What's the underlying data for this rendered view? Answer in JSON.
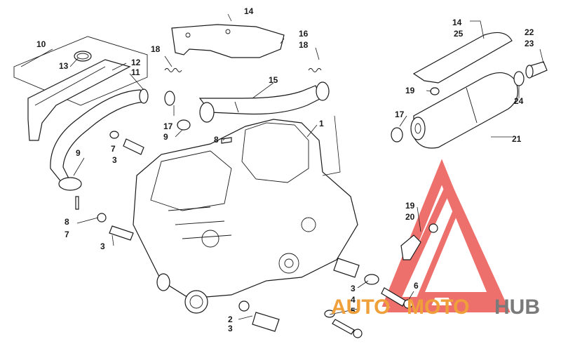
{
  "diagram": {
    "callouts": [
      {
        "id": "c1",
        "text": "1"
      },
      {
        "id": "c2",
        "text": "2"
      },
      {
        "id": "c3a",
        "text": "3"
      },
      {
        "id": "c3b",
        "text": "3"
      },
      {
        "id": "c3c",
        "text": "3"
      },
      {
        "id": "c3d",
        "text": "3"
      },
      {
        "id": "c4",
        "text": "4"
      },
      {
        "id": "c5",
        "text": "5"
      },
      {
        "id": "c6",
        "text": "6"
      },
      {
        "id": "c7a",
        "text": "7"
      },
      {
        "id": "c7b",
        "text": "7"
      },
      {
        "id": "c8a",
        "text": "8"
      },
      {
        "id": "c8b",
        "text": "8"
      },
      {
        "id": "c9a",
        "text": "9"
      },
      {
        "id": "c9b",
        "text": "9"
      },
      {
        "id": "c10",
        "text": "10"
      },
      {
        "id": "c11",
        "text": "11"
      },
      {
        "id": "c12",
        "text": "12"
      },
      {
        "id": "c13",
        "text": "13"
      },
      {
        "id": "c14a",
        "text": "14"
      },
      {
        "id": "c14b",
        "text": "14"
      },
      {
        "id": "c15",
        "text": "15"
      },
      {
        "id": "c16",
        "text": "16"
      },
      {
        "id": "c17a",
        "text": "17"
      },
      {
        "id": "c17b",
        "text": "17"
      },
      {
        "id": "c18a",
        "text": "18"
      },
      {
        "id": "c18b",
        "text": "18"
      },
      {
        "id": "c19a",
        "text": "19"
      },
      {
        "id": "c19b",
        "text": "19"
      },
      {
        "id": "c20",
        "text": "20"
      },
      {
        "id": "c21",
        "text": "21"
      },
      {
        "id": "c22",
        "text": "22"
      },
      {
        "id": "c23",
        "text": "23"
      },
      {
        "id": "c24",
        "text": "24"
      },
      {
        "id": "c25",
        "text": "25"
      }
    ]
  },
  "watermark": {
    "part1": "AUTO",
    "part2": "MOTO",
    "part3": "HUB",
    "colors": {
      "red": "#e8413c",
      "orange": "#f0a03a",
      "gray": "#7a7a7a"
    }
  }
}
